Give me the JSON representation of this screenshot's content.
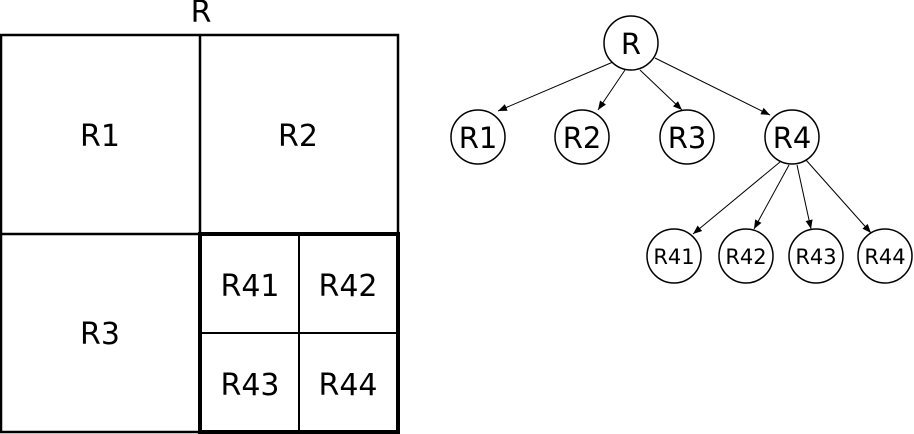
{
  "partition": {
    "title": "R",
    "regions": {
      "r1": "R1",
      "r2": "R2",
      "r3": "R3",
      "r41": "R41",
      "r42": "R42",
      "r43": "R43",
      "r44": "R44"
    }
  },
  "tree": {
    "root": "R",
    "level1": [
      "R1",
      "R2",
      "R3",
      "R4"
    ],
    "level2": [
      "R41",
      "R42",
      "R43",
      "R44"
    ]
  }
}
